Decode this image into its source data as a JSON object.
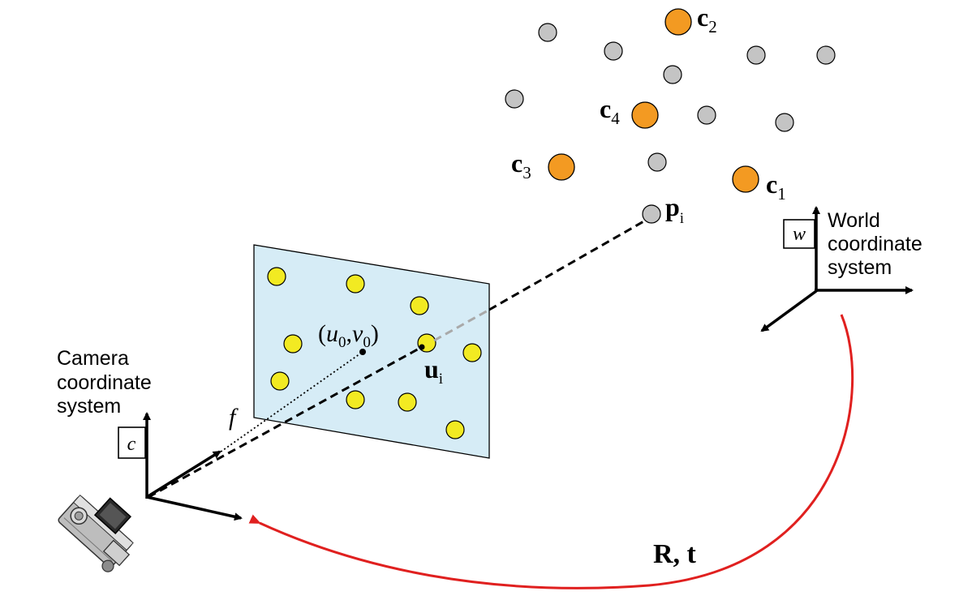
{
  "colors": {
    "image_plane_fill": "#d6ecf6",
    "projected_point": "#f2ea22",
    "world_point": "#c4c4c4",
    "control_point": "#f39a22",
    "transform_arc": "#e0201f",
    "axis": "#000000"
  },
  "camera": {
    "title_lines": [
      "Camera",
      "coordinate",
      "system"
    ],
    "frame_label": "c",
    "icon": "camera-icon"
  },
  "world": {
    "title_lines": [
      "World",
      "coordinate",
      "system"
    ],
    "frame_label": "w"
  },
  "image_plane": {
    "principal_point": {
      "open": "(",
      "u": "u",
      "u_sub": "0",
      "sep": ",",
      "v": "v",
      "v_sub": "0",
      "close": ")"
    },
    "focal_label": "f",
    "projection_label": {
      "main": "u",
      "sub": "i"
    }
  },
  "world_point_label": {
    "main": "p",
    "sub": "i"
  },
  "control_points": [
    {
      "main": "c",
      "sub": "1"
    },
    {
      "main": "c",
      "sub": "2"
    },
    {
      "main": "c",
      "sub": "3"
    },
    {
      "main": "c",
      "sub": "4"
    }
  ],
  "transform_label": "R, t"
}
